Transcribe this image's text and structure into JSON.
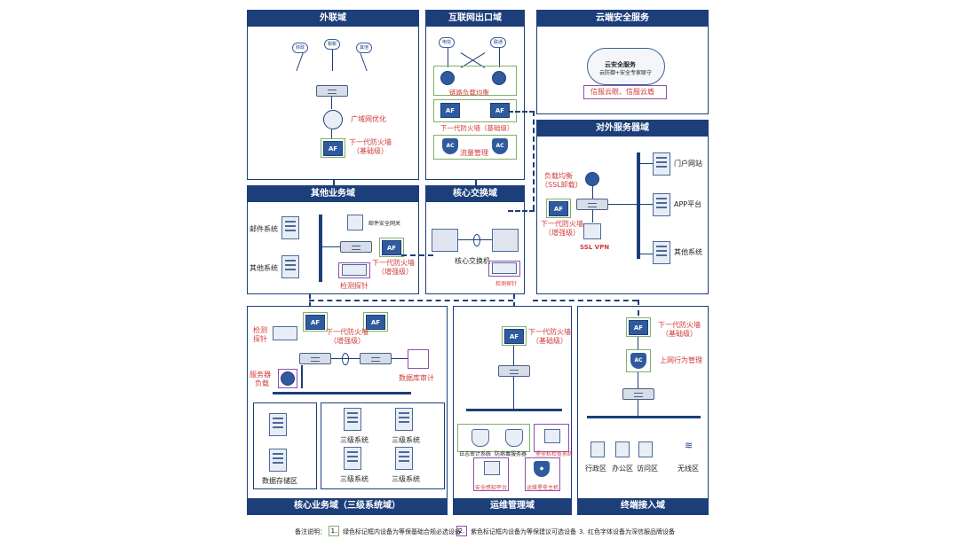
{
  "colors": {
    "navy": "#1c3f7a",
    "green": "#7fb069",
    "purple": "#8e4fb0",
    "red": "#d23b3b"
  },
  "panels": {
    "ext": "外联域",
    "inet": "互联网出口域",
    "cloud": "云端安全服务",
    "dmz": "对外服务器域",
    "other": "其他业务域",
    "core": "核心交换域",
    "coreBiz": "核心业务域（三级系统域）",
    "ops": "运维管理域",
    "term": "终端接入域"
  },
  "ext": {
    "clouds": [
      "财政",
      "税税",
      "其他"
    ],
    "wan": "广域网优化",
    "fw1": "下一代防火墙",
    "fw2": "（基础级）"
  },
  "inet": {
    "isp": [
      "电信",
      "联通"
    ],
    "lb": "链路负载均衡",
    "fw": "下一代防火墙（基础级）",
    "flow": "流量管理"
  },
  "cloud": {
    "title": "云安全服务",
    "sub": "云防御+安全专家联守",
    "tag": "信服云眼、信服云盾"
  },
  "dmz": {
    "lb1": "负载均衡",
    "lb2": "（SSL卸载）",
    "fw1": "下一代防火墙",
    "fw2": "（增强级）",
    "vpn": "SSL VPN",
    "servers": [
      "门户网站",
      "APP平台",
      "其他系统"
    ]
  },
  "other": {
    "servers": [
      "邮件系统",
      "其他系统"
    ],
    "gw": "邮件安全网关",
    "fw1": "下一代防火墙",
    "fw2": "（增强级）",
    "probe": "检测探针"
  },
  "core": {
    "switch": "核心交换机",
    "probe": "检测探针"
  },
  "coreBiz": {
    "probe1": "检测",
    "probe2": "探针",
    "fw1": "下一代防火墙",
    "fw2": "（增强级）",
    "lb1": "服务器",
    "lb2": "负载",
    "audit": "数据库审计",
    "storage": "数据存储区",
    "sys": [
      "三级系统",
      "三级系统",
      "三级系统",
      "三级系统"
    ]
  },
  "ops": {
    "fw1": "下一代防火墙",
    "fw2": "（基础级）",
    "tools": [
      "日志审计系统",
      "防病毒服务器",
      "堡垒机检查系统"
    ],
    "bottom": [
      "安全感知平台",
      "运维堡垒主机"
    ]
  },
  "term": {
    "fw1": "下一代防火墙",
    "fw2": "（基础级）",
    "ac": "上网行为管理",
    "zones": [
      "行政区",
      "办公区",
      "访问区",
      "无线区"
    ]
  },
  "legend": {
    "title": "备注说明：",
    "items": [
      {
        "num": "1.",
        "text": "绿色标记框内设备为等保基础合规必选设备"
      },
      {
        "num": "2.",
        "text": "紫色标记框内设备为等保建议可选设备"
      },
      {
        "num": "3.",
        "text": "红色字体设备为深信服品牌设备"
      }
    ]
  }
}
